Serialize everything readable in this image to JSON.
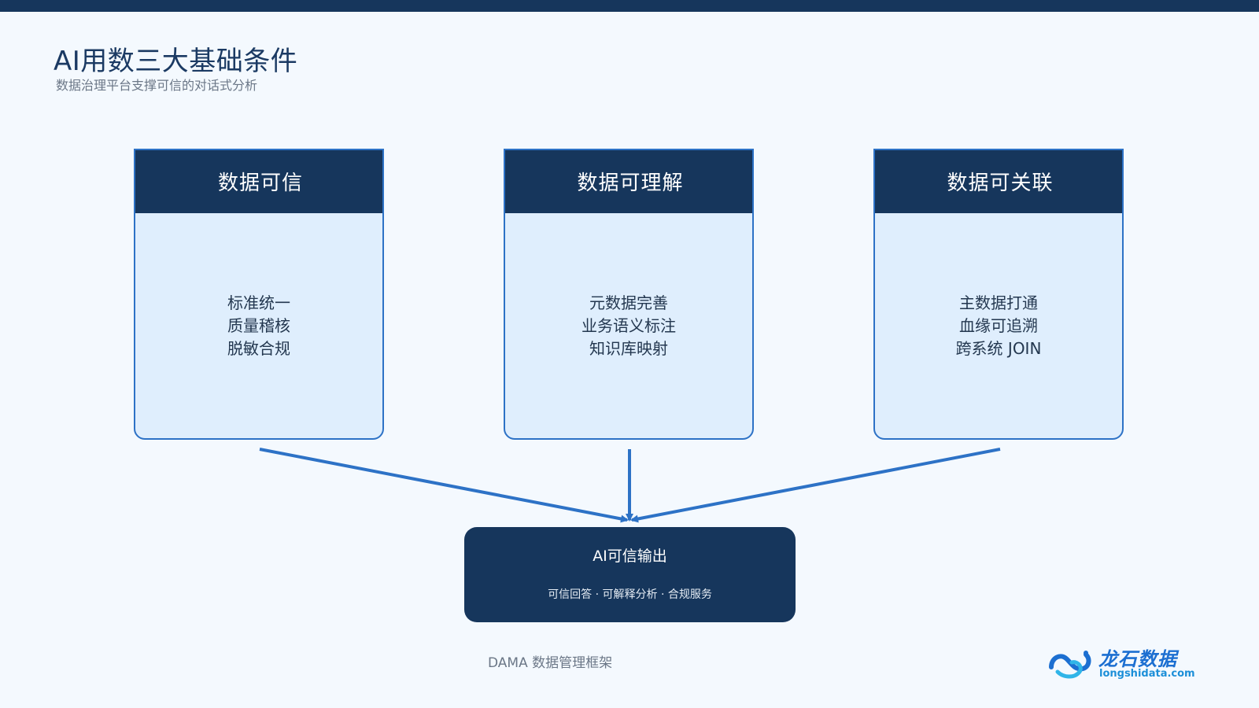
{
  "header": {
    "title": "AI用数三大基础条件",
    "subtitle": "数据治理平台支撑可信的对话式分析"
  },
  "pillars": [
    {
      "title": "数据可信",
      "items": [
        "标准统一",
        "质量稽核",
        "脱敏合规"
      ]
    },
    {
      "title": "数据可理解",
      "items": [
        "元数据完善",
        "业务语义标注",
        "知识库映射"
      ]
    },
    {
      "title": "数据可关联",
      "items": [
        "主数据打通",
        "血缘可追溯",
        "跨系统 JOIN"
      ]
    }
  ],
  "output": {
    "title": "AI可信输出",
    "subtitle": "可信回答 · 可解释分析 · 合规服务"
  },
  "footer": {
    "note": "DAMA 数据管理框架"
  },
  "logo": {
    "name": "龙石数据",
    "url": "longshidata.com"
  },
  "colors": {
    "primary_dark": "#16365c",
    "accent_blue": "#2d72c6",
    "card_fill": "#dfeefd",
    "background": "#f4f9fe"
  }
}
